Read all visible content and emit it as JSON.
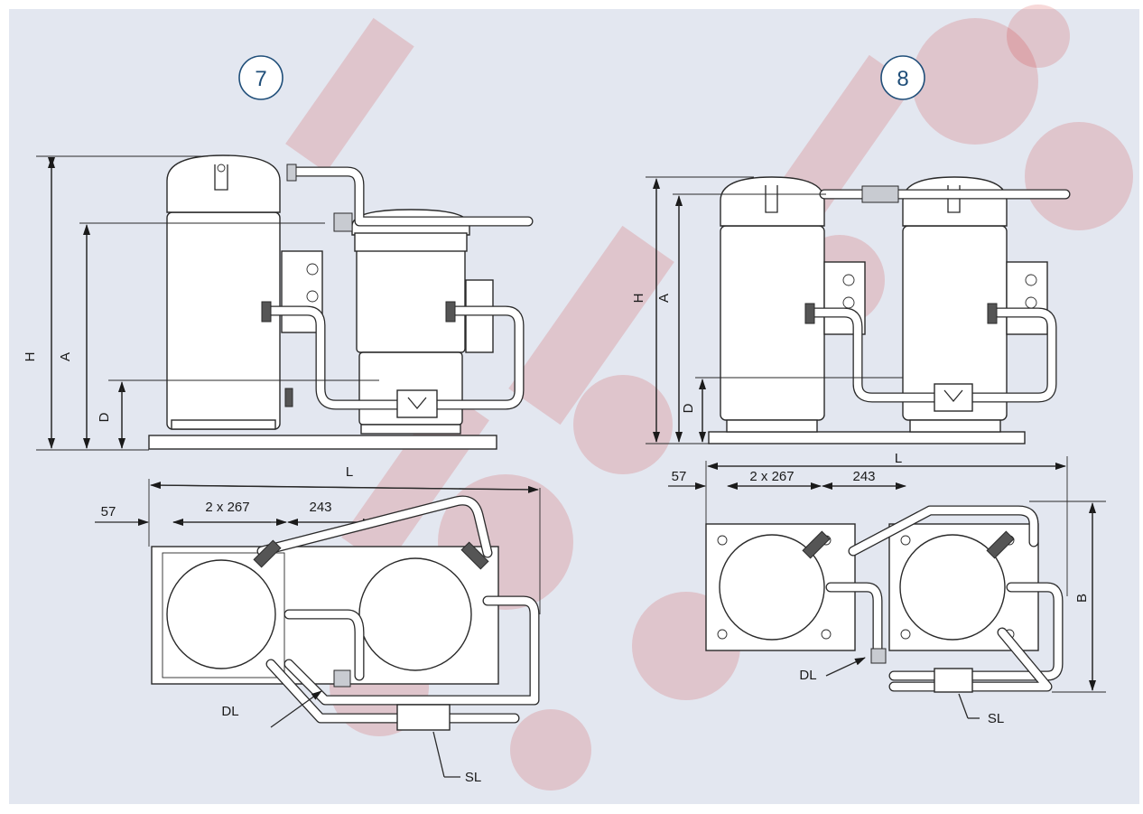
{
  "figures": [
    {
      "number": "7",
      "side_labels": {
        "H": "H",
        "A": "A",
        "D": "D"
      },
      "top_labels": {
        "L": "L",
        "offset": "57",
        "spacing": "2 x 267",
        "pitch": "243",
        "discharge": "DL",
        "suction": "SL"
      }
    },
    {
      "number": "8",
      "side_labels": {
        "H": "H",
        "A": "A",
        "D": "D"
      },
      "top_labels": {
        "L": "L",
        "offset": "57",
        "spacing": "2 x 267",
        "pitch": "243",
        "width": "B",
        "discharge": "DL",
        "suction": "SL"
      }
    }
  ],
  "colors": {
    "panel": "#e3e7f0",
    "figure_number": "#1f4e79",
    "watermark": "#cc1111"
  }
}
